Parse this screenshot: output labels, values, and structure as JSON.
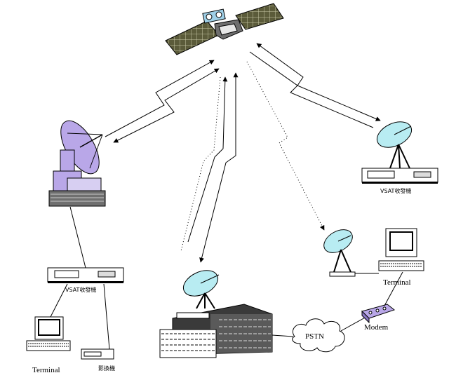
{
  "labels": {
    "vsat_right": "VSAT收發機",
    "vsat_left": "VSAT收發機",
    "terminal_right": "Terminal",
    "terminal_left": "Terminal",
    "modem": "Modem",
    "pstn": "PSTN",
    "fax": "影換機"
  },
  "colors": {
    "dish": "#b8ecf2",
    "dish_dark": "#5aa7b3",
    "mount_purple": "#b9a7e8",
    "ink": "#000000",
    "building_dark": "#333333"
  }
}
